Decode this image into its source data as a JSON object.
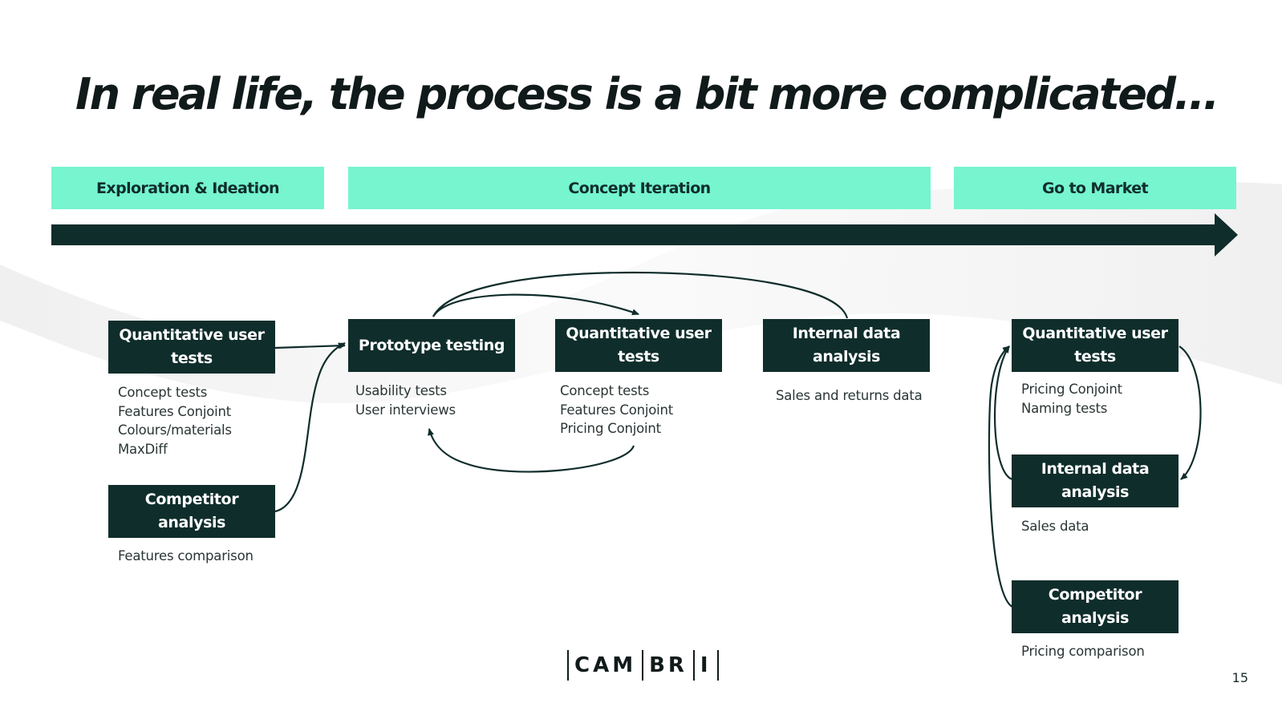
{
  "title": "In real life, the process is a bit more complicated...",
  "phases": [
    {
      "label": "Exploration & Ideation"
    },
    {
      "label": "Concept Iteration"
    },
    {
      "label": "Go to Market"
    }
  ],
  "boxes": {
    "quant_1": {
      "label": "Quantitative user tests",
      "notes": [
        "Concept tests",
        "Features Conjoint",
        "Colours/materials",
        "MaxDiff"
      ]
    },
    "competitor_1": {
      "label": "Competitor analysis",
      "notes": [
        "Features comparison"
      ]
    },
    "prototype": {
      "label": "Prototype testing",
      "notes": [
        "Usability tests",
        "User interviews"
      ]
    },
    "quant_2": {
      "label": "Quantitative user tests",
      "notes": [
        "Concept tests",
        "Features Conjoint",
        "Pricing Conjoint"
      ]
    },
    "internal_1": {
      "label": "Internal data analysis",
      "notes": [
        "Sales and returns data"
      ]
    },
    "quant_3": {
      "label": "Quantitative user tests",
      "notes": [
        "Pricing Conjoint",
        "Naming tests"
      ]
    },
    "internal_2": {
      "label": "Internal data analysis",
      "notes": [
        "Sales data"
      ]
    },
    "competitor_2": {
      "label": "Competitor analysis",
      "notes": [
        "Pricing comparison"
      ]
    }
  },
  "logo": {
    "letters": [
      "CAM",
      "BR",
      "I"
    ]
  },
  "page_number": "15",
  "colors": {
    "accent": "#76f5cf",
    "box": "#0f2d2b",
    "text": "#111a1a"
  }
}
